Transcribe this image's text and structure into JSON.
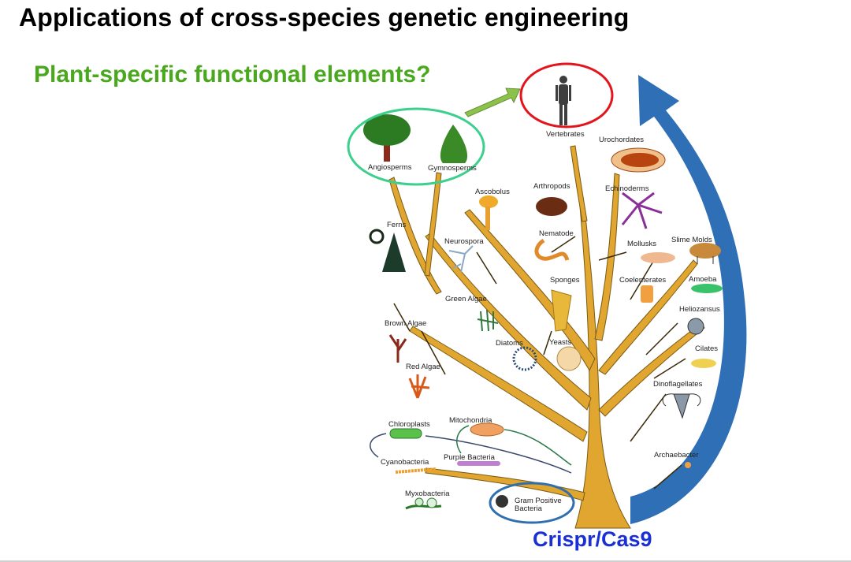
{
  "slide": {
    "title": "Applications of cross-species genetic engineering",
    "subtitle": "Plant-specific functional elements?",
    "tool_label": "Crispr/Cas9"
  },
  "colors": {
    "title": "#000000",
    "subtitle": "#4aa81e",
    "tool_label": "#1a2fd6",
    "trunk": "#e0a630",
    "plant_circle": "#3ccf8e",
    "human_circle": "#e3141c",
    "bacteria_circle": "#2f6fb0",
    "big_arrow": "#2f6fb5",
    "green_arrow": "#8bc34a"
  },
  "tree": {
    "labels": {
      "angiosperms": "Angiosperms",
      "gymnosperms": "Gymnosperms",
      "vertebrates": "Vertebrates",
      "urochordates": "Urochordates",
      "ascobolus": "Ascobolus",
      "arthropods": "Arthropods",
      "echinoderms": "Echinoderms",
      "ferns": "Ferns",
      "neurospora": "Neurospora",
      "nematode": "Nematode",
      "mollusks": "Mollusks",
      "slime_molds": "Slime Molds",
      "sponges": "Sponges",
      "coelenterates": "Coelenterates",
      "amoeba": "Amoeba",
      "green_algae": "Green Algae",
      "heliozansus": "Heliozansus",
      "brown_algae": "Brown Algae",
      "diatoms": "Diatoms",
      "yeasts": "Yeasts",
      "cilates": "Cilates",
      "red_algae": "Red Algae",
      "dinoflagellates": "Dinoflagellates",
      "chloroplasts": "Chloroplasts",
      "mitochondria": "Mitochondria",
      "cyanobacteria": "Cyanobacteria",
      "purple_bacteria": "Purple Bacteria",
      "archaebacteria": "Archaebacter",
      "myxobacteria": "Myxobacteria",
      "gram_positive_1": "Gram Positive",
      "gram_positive_2": "Bacteria"
    }
  }
}
